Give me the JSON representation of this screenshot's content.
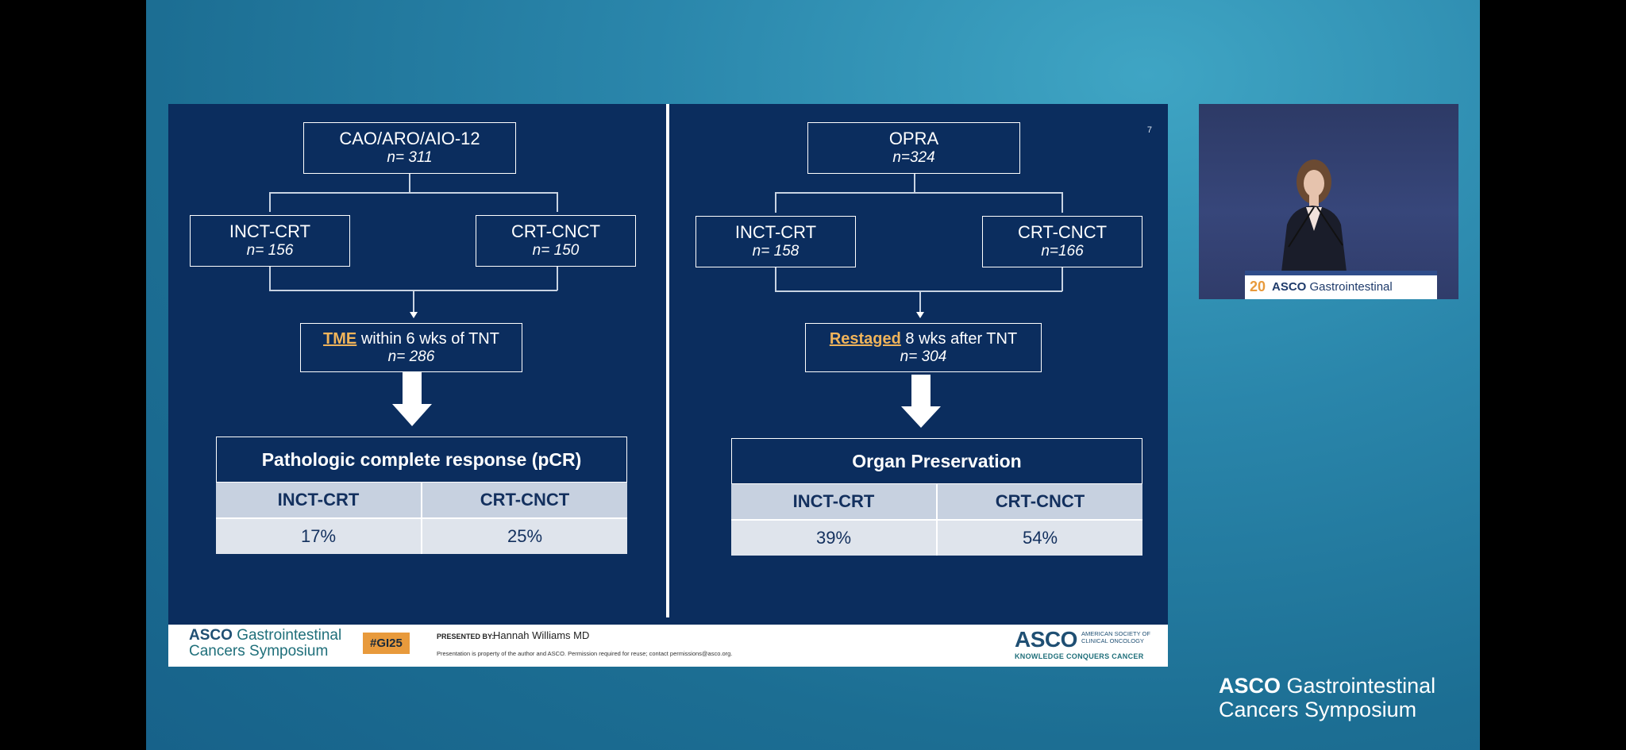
{
  "slide": {
    "page_number": "7",
    "left": {
      "top_box": {
        "title": "CAO/ARO/AIO-12",
        "n": "n= 311"
      },
      "arm_a": {
        "title": "INCT-CRT",
        "n": "n= 156"
      },
      "arm_b": {
        "title": "CRT-CNCT",
        "n": "n= 150"
      },
      "mid_box": {
        "highlight": "TME",
        "rest": " within 6 wks of TNT",
        "n": "n= 286"
      },
      "table": {
        "header": "Pathologic complete response (pCR)",
        "columns": [
          "INCT-CRT",
          "CRT-CNCT"
        ],
        "values": [
          "17%",
          "25%"
        ]
      }
    },
    "right": {
      "top_box": {
        "title": "OPRA",
        "n": "n=324"
      },
      "arm_a": {
        "title": "INCT-CRT",
        "n": "n= 158"
      },
      "arm_b": {
        "title": "CRT-CNCT",
        "n": "n=166"
      },
      "mid_box": {
        "highlight": "Restaged",
        "rest": " 8 wks after TNT",
        "n": "n= 304"
      },
      "table": {
        "header": "Organ Preservation",
        "columns": [
          "INCT-CRT",
          "CRT-CNCT"
        ],
        "values": [
          "39%",
          "54%"
        ]
      }
    }
  },
  "footer": {
    "logo_asco": "ASCO",
    "logo_line1": "Gastrointestinal",
    "logo_line2": "Cancers Symposium",
    "hashtag": "#GI25",
    "presented_by_label": "PRESENTED BY:",
    "presenter": "Hannah Williams MD",
    "legal": "Presentation is property of the author and ASCO. Permission required for reuse; contact permissions@asco.org.",
    "asco_big": "ASCO",
    "society": "AMERICAN SOCIETY OF CLINICAL ONCOLOGY",
    "tagline": "KNOWLEDGE CONQUERS CANCER"
  },
  "speaker_video": {
    "podium_number": "20",
    "podium_asco": "ASCO",
    "podium_text": " Gastrointestinal"
  },
  "brand": {
    "asco": "ASCO",
    "line1": " Gastrointestinal",
    "line2": "Cancers Symposium"
  },
  "colors": {
    "slide_bg": "#0b2d5e",
    "highlight": "#f0b45a",
    "tag_bg": "#e89a3c"
  }
}
